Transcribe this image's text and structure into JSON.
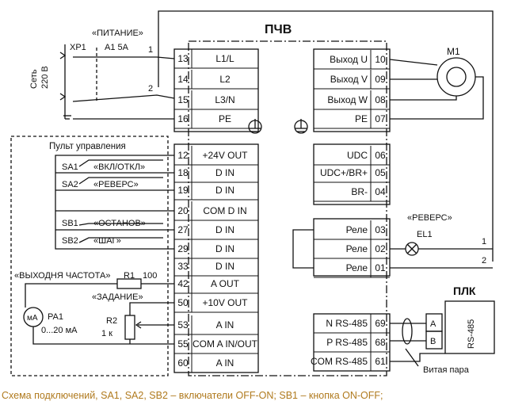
{
  "title": "ПЧВ",
  "supply": {
    "label": "«ПИТАНИЕ»",
    "connector": "XP1",
    "breaker": "A1 5A",
    "mains_line1": "Сеть",
    "mains_line2": "220 В",
    "wire1": "1",
    "wire2": "2"
  },
  "motor": "M1",
  "left_terminals": [
    {
      "num": "13",
      "label": "L1/L"
    },
    {
      "num": "14",
      "label": "L2"
    },
    {
      "num": "15",
      "label": "L3/N"
    },
    {
      "num": "16",
      "label": "PE"
    },
    {
      "num": "12",
      "label": "+24V OUT"
    },
    {
      "num": "18",
      "label": "D IN"
    },
    {
      "num": "19",
      "label": "D IN"
    },
    {
      "num": "20",
      "label": "COM D IN"
    },
    {
      "num": "27",
      "label": "D IN"
    },
    {
      "num": "29",
      "label": "D IN"
    },
    {
      "num": "33",
      "label": "D IN"
    },
    {
      "num": "42",
      "label": "A OUT"
    },
    {
      "num": "50",
      "label": "+10V OUT"
    },
    {
      "num": "53",
      "label": "A IN"
    },
    {
      "num": "55",
      "label": "COM A IN/OUT"
    },
    {
      "num": "60",
      "label": "A IN"
    }
  ],
  "right_terminals": [
    {
      "num": "10",
      "label": "Выход U"
    },
    {
      "num": "09",
      "label": "Выход V"
    },
    {
      "num": "08",
      "label": "Выход W"
    },
    {
      "num": "07",
      "label": "PE"
    },
    {
      "num": "06",
      "label": "UDC"
    },
    {
      "num": "05",
      "label": "UDC+/BR+"
    },
    {
      "num": "04",
      "label": "BR-"
    },
    {
      "num": "03",
      "label": "Реле"
    },
    {
      "num": "02",
      "label": "Реле"
    },
    {
      "num": "01",
      "label": "Реле"
    },
    {
      "num": "69",
      "label": "N RS-485"
    },
    {
      "num": "68",
      "label": "P RS-485"
    },
    {
      "num": "61",
      "label": "COM RS-485"
    }
  ],
  "control_panel": {
    "title": "Пульт управления",
    "sa1": "SA1",
    "sa1_label": "«ВКЛ/ОТКЛ»",
    "sa2": "SA2",
    "sa2_label": "«РЕВЕРС»",
    "sb1": "SB1",
    "sb1_label": "«ОСТАНОВ»",
    "sb2": "SB2",
    "sb2_label": "«ШАГ»",
    "out_freq_label": "«ВЫХОДНЯ ЧАСТОТА»",
    "r1": "R1",
    "r1_value": "100",
    "meter_symbol": "мА",
    "pa1": "PA1",
    "pa1_range": "0...20 мА",
    "setpoint_label": "«ЗАДАНИЕ»",
    "r2": "R2",
    "r2_value": "1 к"
  },
  "reverse_lamp": {
    "label": "«РЕВЕРС»",
    "lamp": "EL1",
    "wire1": "1",
    "wire2": "2"
  },
  "plc": {
    "title": "ПЛК",
    "a": "A",
    "b": "B",
    "interface": "RS-485",
    "twisted_pair": "Витая пара"
  },
  "caption": "Схема подключений, SA1, SA2, SB2 – включатели OFF-ON; SB1 – кнопка ON-OFF;"
}
